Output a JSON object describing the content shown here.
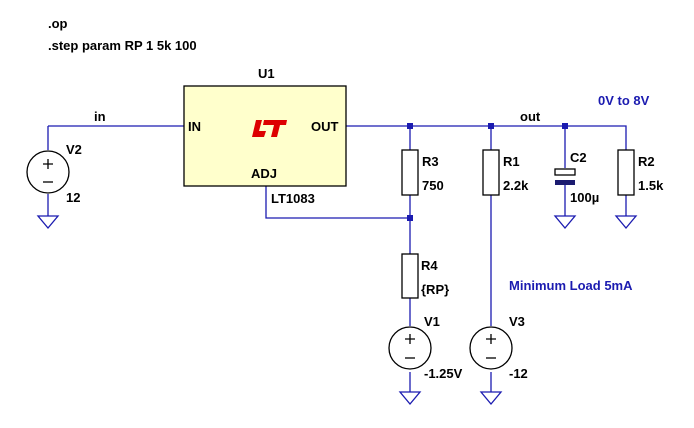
{
  "directives": {
    "op": ".op",
    "step": ".step param RP 1 5k 100"
  },
  "regulator": {
    "name": "U1",
    "model": "LT1083",
    "pin_in": "IN",
    "pin_out": "OUT",
    "pin_adj": "ADJ",
    "logo": "LT"
  },
  "nets": {
    "in": "in",
    "out": "out"
  },
  "annotations": {
    "range": "0V to 8V",
    "min_load": "Minimum Load 5mA"
  },
  "components": {
    "V2": {
      "name": "V2",
      "value": "12"
    },
    "R3": {
      "name": "R3",
      "value": "750"
    },
    "R1": {
      "name": "R1",
      "value": "2.2k"
    },
    "C2": {
      "name": "C2",
      "value": "100µ"
    },
    "R2": {
      "name": "R2",
      "value": "1.5k"
    },
    "R4": {
      "name": "R4",
      "value": "{RP}"
    },
    "V1": {
      "name": "V1",
      "value": "-1.25V"
    },
    "V3": {
      "name": "V3",
      "value": "-12"
    }
  },
  "colors": {
    "wire": "#1b1bb0",
    "regulator_fill": "#ffffcc",
    "logo": "#dd0000",
    "capacitor": "#1b1b70"
  }
}
